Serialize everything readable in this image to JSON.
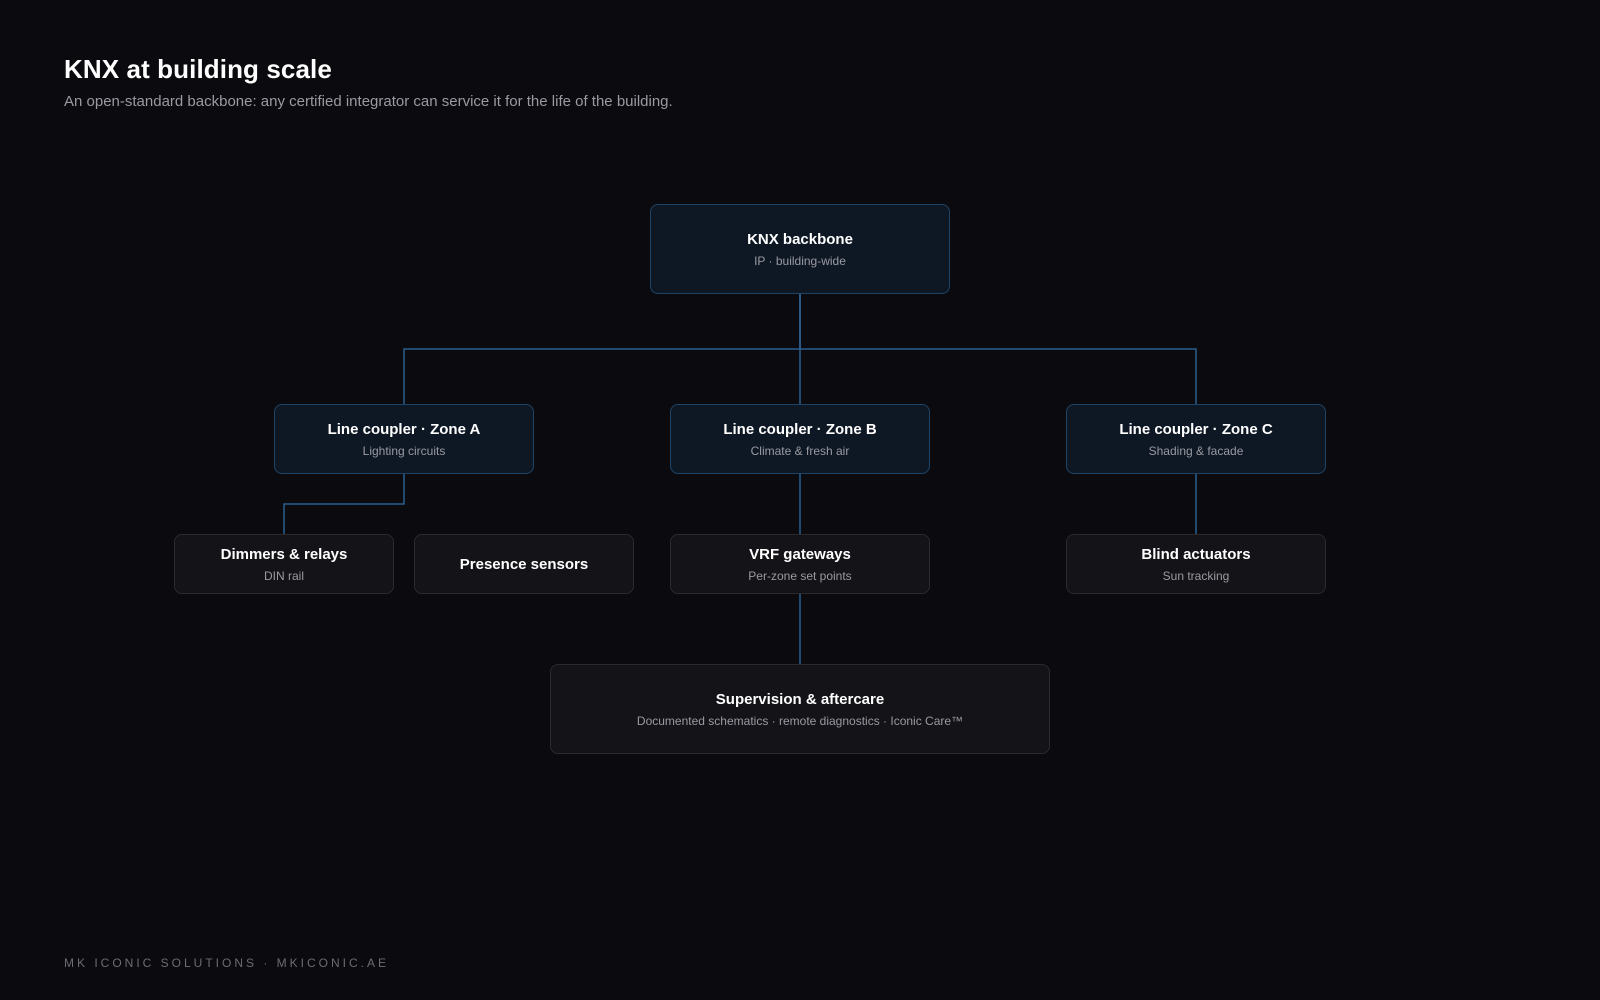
{
  "header": {
    "title": "KNX at building scale",
    "subtitle": "An open-standard backbone: any certified integrator can service it for the life of the building."
  },
  "colors": {
    "background": "#0b0a0e",
    "connector": "#2a5f8f",
    "primary_node_fill": "#0e1825",
    "primary_node_border": "#1f4466",
    "secondary_node_fill": "#141318",
    "secondary_node_border": "#2b2a31"
  },
  "nodes": {
    "backbone": {
      "title": "KNX backbone",
      "subtitle": "IP · building-wide"
    },
    "zone_a": {
      "title": "Line coupler · Zone A",
      "subtitle": "Lighting circuits"
    },
    "zone_b": {
      "title": "Line coupler · Zone B",
      "subtitle": "Climate & fresh air"
    },
    "zone_c": {
      "title": "Line coupler · Zone C",
      "subtitle": "Shading & facade"
    },
    "dimmers": {
      "title": "Dimmers & relays",
      "subtitle": "DIN rail"
    },
    "presence": {
      "title": "Presence sensors"
    },
    "vrf": {
      "title": "VRF gateways",
      "subtitle": "Per-zone set points"
    },
    "blinds": {
      "title": "Blind actuators",
      "subtitle": "Sun tracking"
    },
    "supervision": {
      "title": "Supervision & aftercare",
      "subtitle": "Documented schematics · remote diagnostics · Iconic Care™"
    }
  },
  "edges": [
    [
      "backbone",
      "zone_a"
    ],
    [
      "backbone",
      "zone_b"
    ],
    [
      "backbone",
      "zone_c"
    ],
    [
      "zone_a",
      "dimmers"
    ],
    [
      "zone_b",
      "vrf"
    ],
    [
      "zone_c",
      "blinds"
    ],
    [
      "vrf",
      "supervision"
    ]
  ],
  "footer": {
    "text": "MK ICONIC SOLUTIONS · MKICONIC.AE"
  }
}
